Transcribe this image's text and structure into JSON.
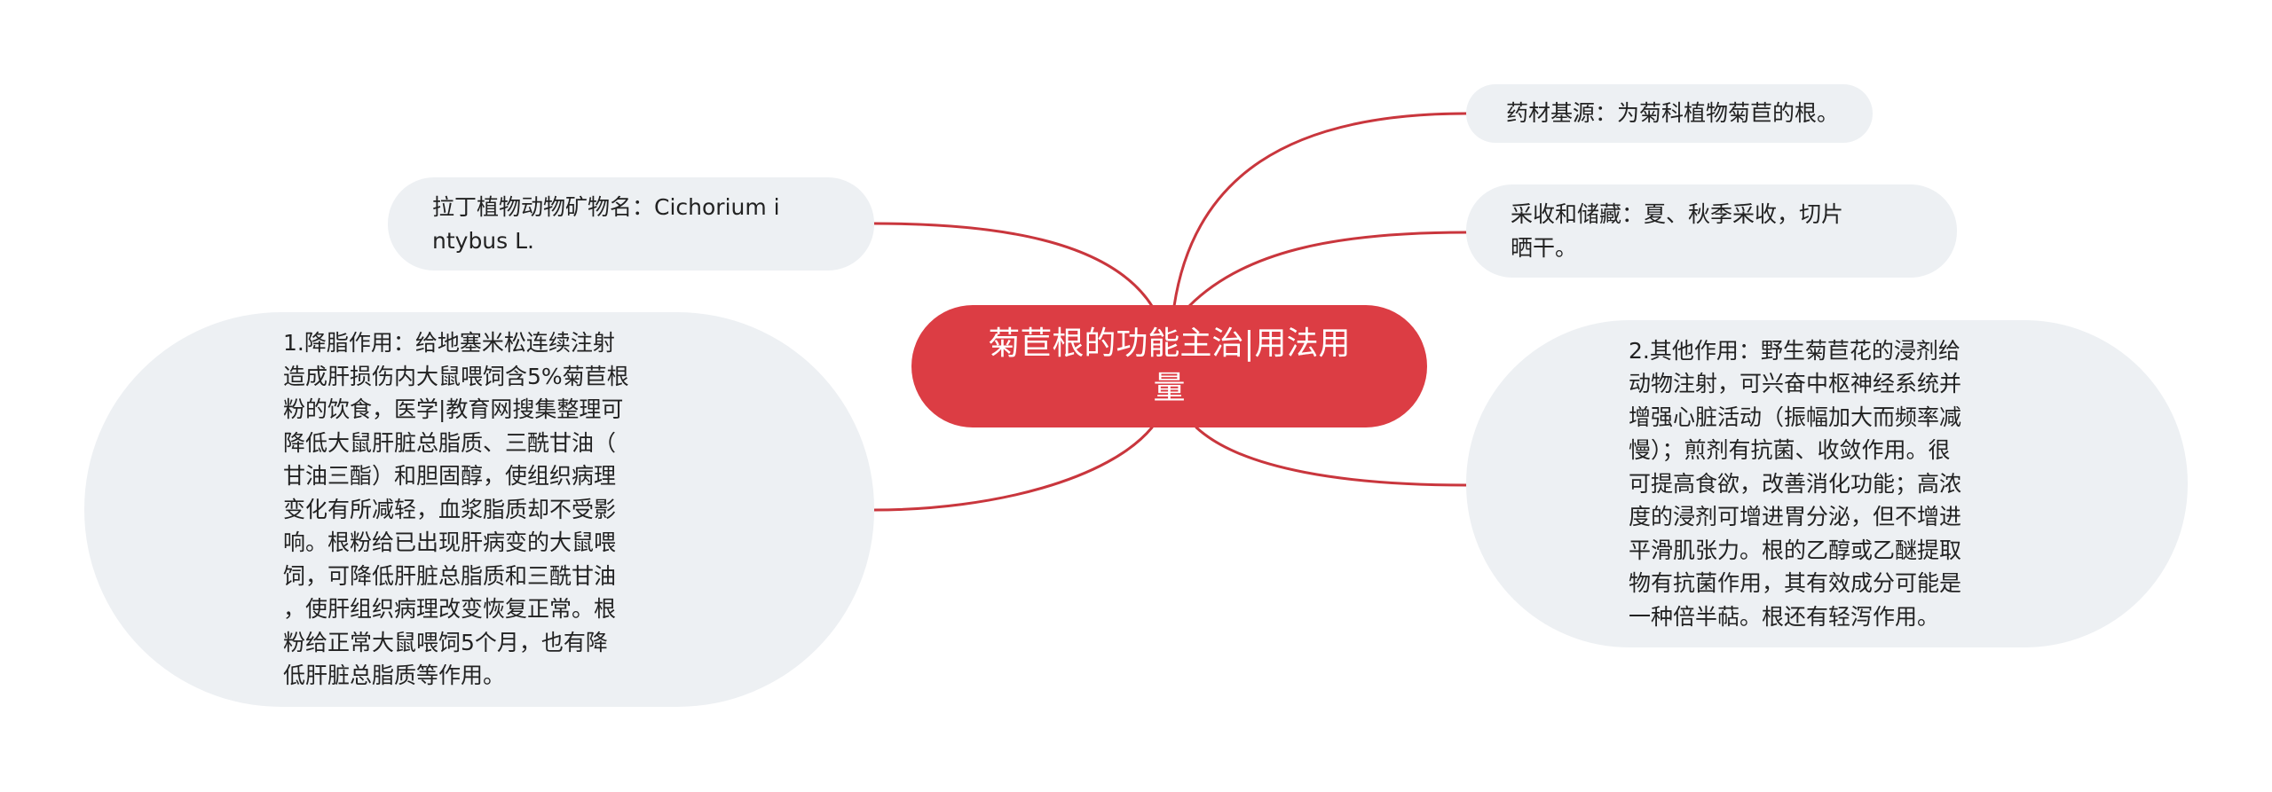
{
  "mindmap": {
    "root": {
      "label": "菊苣根的功能主治|用法用\n量",
      "color": "#dc3d44",
      "text_color": "#ffffff"
    },
    "branches": [
      {
        "id": "source",
        "side": "right",
        "label": "药材基源：为菊科植物菊苣的根。"
      },
      {
        "id": "harvest",
        "side": "right",
        "label": "采收和储藏：夏、秋季采收，切片\n晒干。"
      },
      {
        "id": "effect2",
        "side": "right",
        "label": "2.其他作用：野生菊苣花的浸剂给\n动物注射，可兴奋中枢神经系统并\n增强心脏活动（振幅加大而频率减\n慢）；煎剂有抗菌、收敛作用。很\n可提高食欲，改善消化功能；高浓\n度的浸剂可增进胃分泌，但不增进\n平滑肌张力。根的乙醇或乙醚提取\n物有抗菌作用，其有效成分可能是\n一种倍半萜。根还有轻泻作用。"
      },
      {
        "id": "latin",
        "side": "left",
        "label": "拉丁植物动物矿物名：Cichorium i\nntybus L."
      },
      {
        "id": "effect1",
        "side": "left",
        "label": "1.降脂作用：给地塞米松连续注射\n造成肝损伤内大鼠喂饲含5%菊苣根\n粉的饮食，医学|教育网搜集整理可\n降低大鼠肝脏总脂质、三酰甘油（\n甘油三酯）和胆固醇，使组织病理\n变化有所减轻，血浆脂质却不受影\n响。根粉给已出现肝病变的大鼠喂\n饲，可降低肝脏总脂质和三酰甘油\n，使肝组织病理改变恢复正常。根\n粉给正常大鼠喂饲5个月，也有降\n低肝脏总脂质等作用。"
      }
    ],
    "colors": {
      "connector": "#c9363d",
      "branch_fill": "#edf0f3",
      "branch_text": "#222222",
      "background": "#ffffff"
    }
  }
}
